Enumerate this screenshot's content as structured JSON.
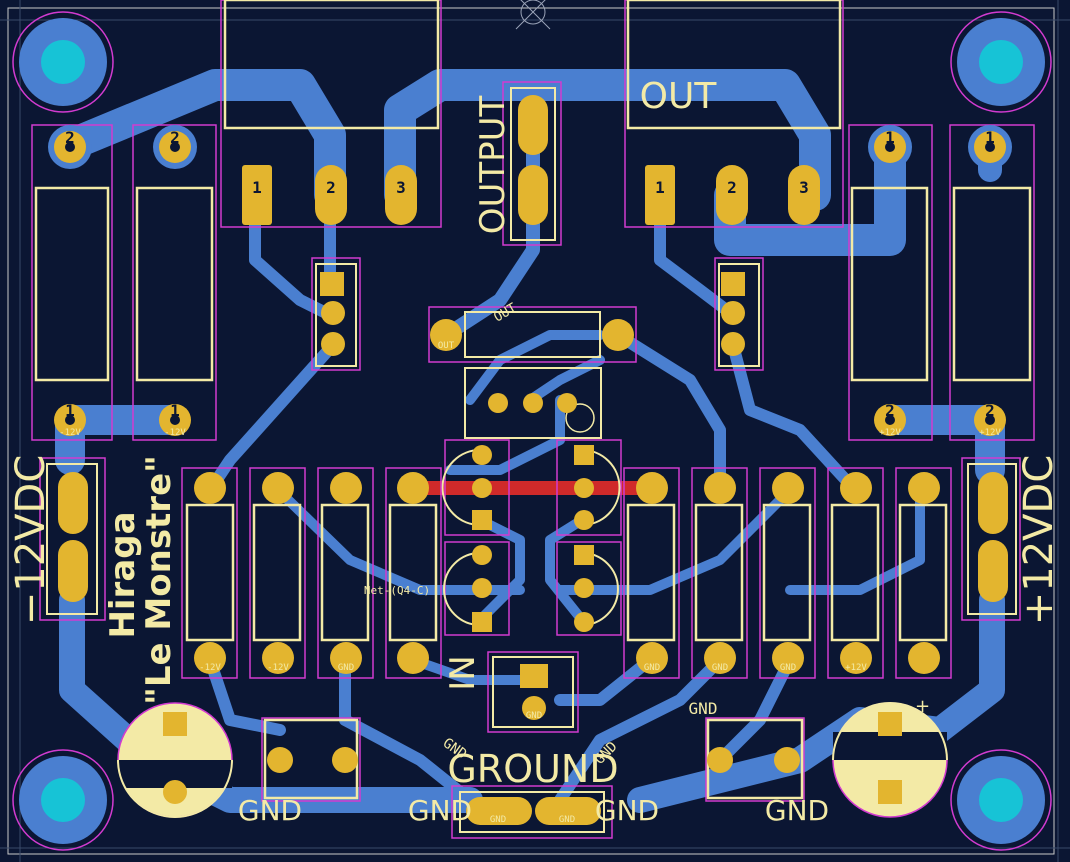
{
  "board": {
    "title_line1": "Hiraga",
    "title_line2": "\"Le Monstre\"",
    "output_label": "OUTPUT",
    "out_label": "OUT",
    "in_label": "IN",
    "ground_label": "GROUND",
    "neg_supply": "−12VDC",
    "pos_supply": "+12VDC",
    "gnd": "GND",
    "net_out": "OUT",
    "net_q4": "Net-(Q4-C)",
    "net_gnd_a": "GND",
    "net_gnd_b": "GND",
    "pad_plus12": "+12V",
    "pad_minus12": "-12V",
    "pin_out": "OUT",
    "pin_gnd": "GND"
  },
  "colors": {
    "board": "#0b1633",
    "copper_back": "#4a7fd0",
    "copper_front": "#d02a2a",
    "pad": "#e3b52f",
    "silk": "#f3eaa6",
    "courtyard": "#d23bd0",
    "hole": "#17c3d6"
  }
}
